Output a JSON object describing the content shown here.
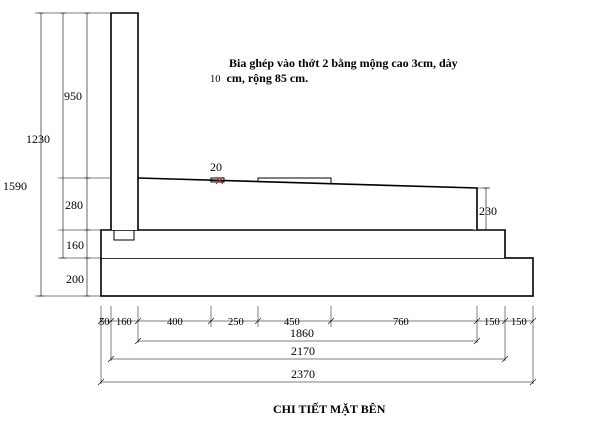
{
  "title": "CHI TIẾT MẶT BÊN",
  "note": {
    "line1": "Bia ghép vào thớt 2 bằng mộng cao 3cm, dày",
    "line2_size": "10",
    "line2_rest": "cm, rộng 85 cm."
  },
  "left_dims": {
    "total": "1590",
    "upper": "1230",
    "top": "950",
    "mid": "280",
    "step": "160",
    "base": "200"
  },
  "inline_dims": {
    "gap": "20",
    "slab_end": "230"
  },
  "bottom_dims": {
    "row1": [
      "50",
      "160",
      "400",
      "250",
      "450",
      "760",
      "150",
      "150"
    ],
    "row2": "1860",
    "row3": "2170",
    "row4": "2370"
  }
}
